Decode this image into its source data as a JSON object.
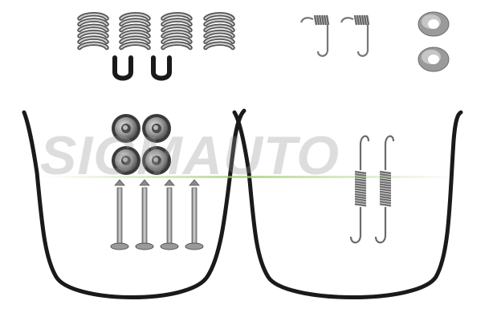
{
  "watermark": {
    "text": "SIGMAUTO",
    "accent_color": "#9ccb6a"
  },
  "colors": {
    "background": "#ffffff",
    "metal": "#8e8e8e",
    "metal_light": "#cfcfcf",
    "dark": "#1a1a1a",
    "wire": "#2b2b2b"
  },
  "parts": {
    "springs": [
      "compression-spring",
      "compression-spring",
      "compression-spring",
      "compression-spring"
    ],
    "clips": [
      "u-clip",
      "u-clip"
    ],
    "hook_springs_small": [
      "hook-spring",
      "hook-spring"
    ],
    "washers": [
      "washer",
      "washer"
    ],
    "retainer_cups": [
      "retainer-cup",
      "retainer-cup",
      "retainer-cup",
      "retainer-cup"
    ],
    "pins": [
      "hold-down-pin",
      "hold-down-pin",
      "hold-down-pin",
      "hold-down-pin"
    ],
    "tension_springs": [
      "tension-spring",
      "tension-spring"
    ],
    "wire_brackets": [
      "wire-bracket",
      "wire-bracket"
    ]
  }
}
